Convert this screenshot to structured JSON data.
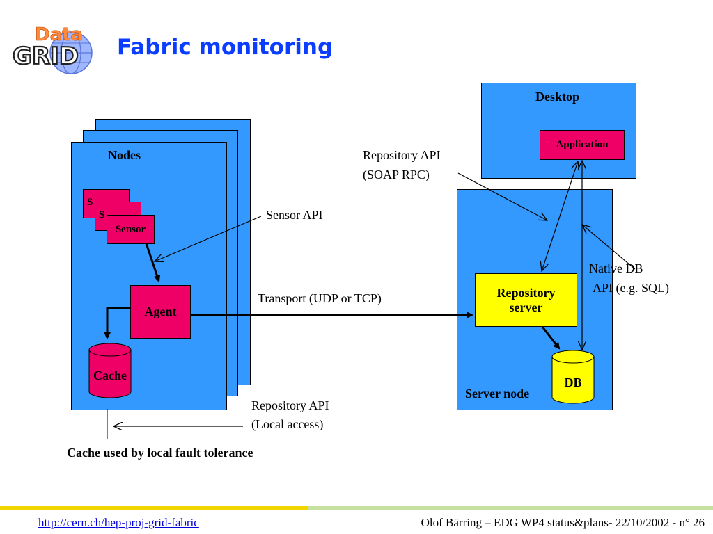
{
  "header": {
    "title": "Fabric monitoring",
    "logo_text_top": "Data",
    "logo_text_bottom": "GRID"
  },
  "diagram": {
    "nodes_label": "Nodes",
    "sensor_labels": [
      "S",
      "S",
      "Sensor"
    ],
    "agent_label": "Agent",
    "cache_label": "Cache",
    "desktop_label": "Desktop",
    "application_label": "Application",
    "repository_server_label_1": "Repository",
    "repository_server_label_2": "server",
    "db_label": "DB",
    "server_node_label": "Server node"
  },
  "annotations": {
    "sensor_api": "Sensor API",
    "repository_api_soap_1": "Repository API",
    "repository_api_soap_2": "(SOAP RPC)",
    "transport": "Transport (UDP or TCP)",
    "native_db_1": "Native DB",
    "native_db_2": "API (e.g. SQL)",
    "repository_api_local_1": "Repository API",
    "repository_api_local_2": "(Local access)",
    "cache_note": "Cache used by local fault tolerance"
  },
  "footer": {
    "link": "http://cern.ch/hep-proj-grid-fabric",
    "credit": "Olof Bärring – EDG WP4 status&plans- 22/10/2002 - n° 26"
  },
  "colors": {
    "title": "#0a3dff",
    "box_blue": "#3399ff",
    "box_red": "#ee0066",
    "box_yellow": "#ffff00",
    "footer_yellow": "#f2d600",
    "footer_green": "#c6e0a0"
  }
}
